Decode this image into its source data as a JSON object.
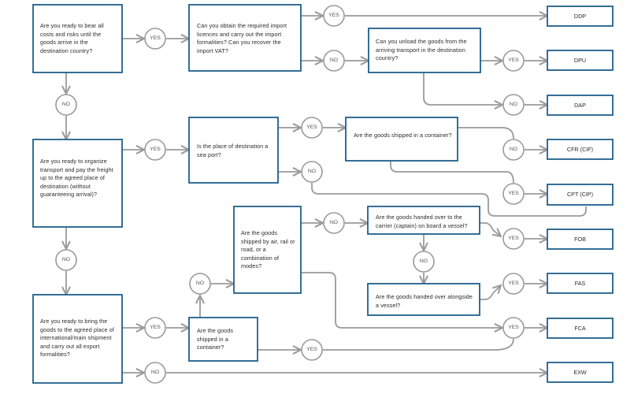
{
  "questions": {
    "q1": "Are you ready to bear all costs and risks until the goods arrive in the destination country?",
    "q2": "Can you obtain the required import licences and carry out the import formalities? Can you recover the import VAT?",
    "q3": "Can you unload the goods from the arriving transport in the destination country?",
    "q4": "Are you ready to organize transport and pay the freight up to the agreed place of destination (without guaranteeing arrival)?",
    "q5": "Is the place of destination a sea port?",
    "q6": "Are the goods shipped in a container?",
    "q7": "Are the goods shipped by air, rail or road, or a combination of modes?",
    "q8": "Are the goods handed over to the carrier (captain) on board a vessel?",
    "q9": "Are the goods handed over alongside a vessel?",
    "q10": "Are you ready to bring the goods to the agreed place of international/main shipment and carry out all export formalities?",
    "q11": "Are the goods shipped in a container?"
  },
  "terminals": {
    "ddp": "DDP",
    "dpu": "DPU",
    "dap": "DAP",
    "cfr": "CFR (CIF)",
    "cpt": "CPT (CIP)",
    "fob": "FOB",
    "fas": "FAS",
    "fca": "FCA",
    "exw": "EXW"
  },
  "answers": {
    "yes": "YES",
    "no": "NO"
  },
  "colors": {
    "box_border": "#1f5f8b",
    "connector": "#9a9a9a",
    "text": "#2a2a2a"
  }
}
